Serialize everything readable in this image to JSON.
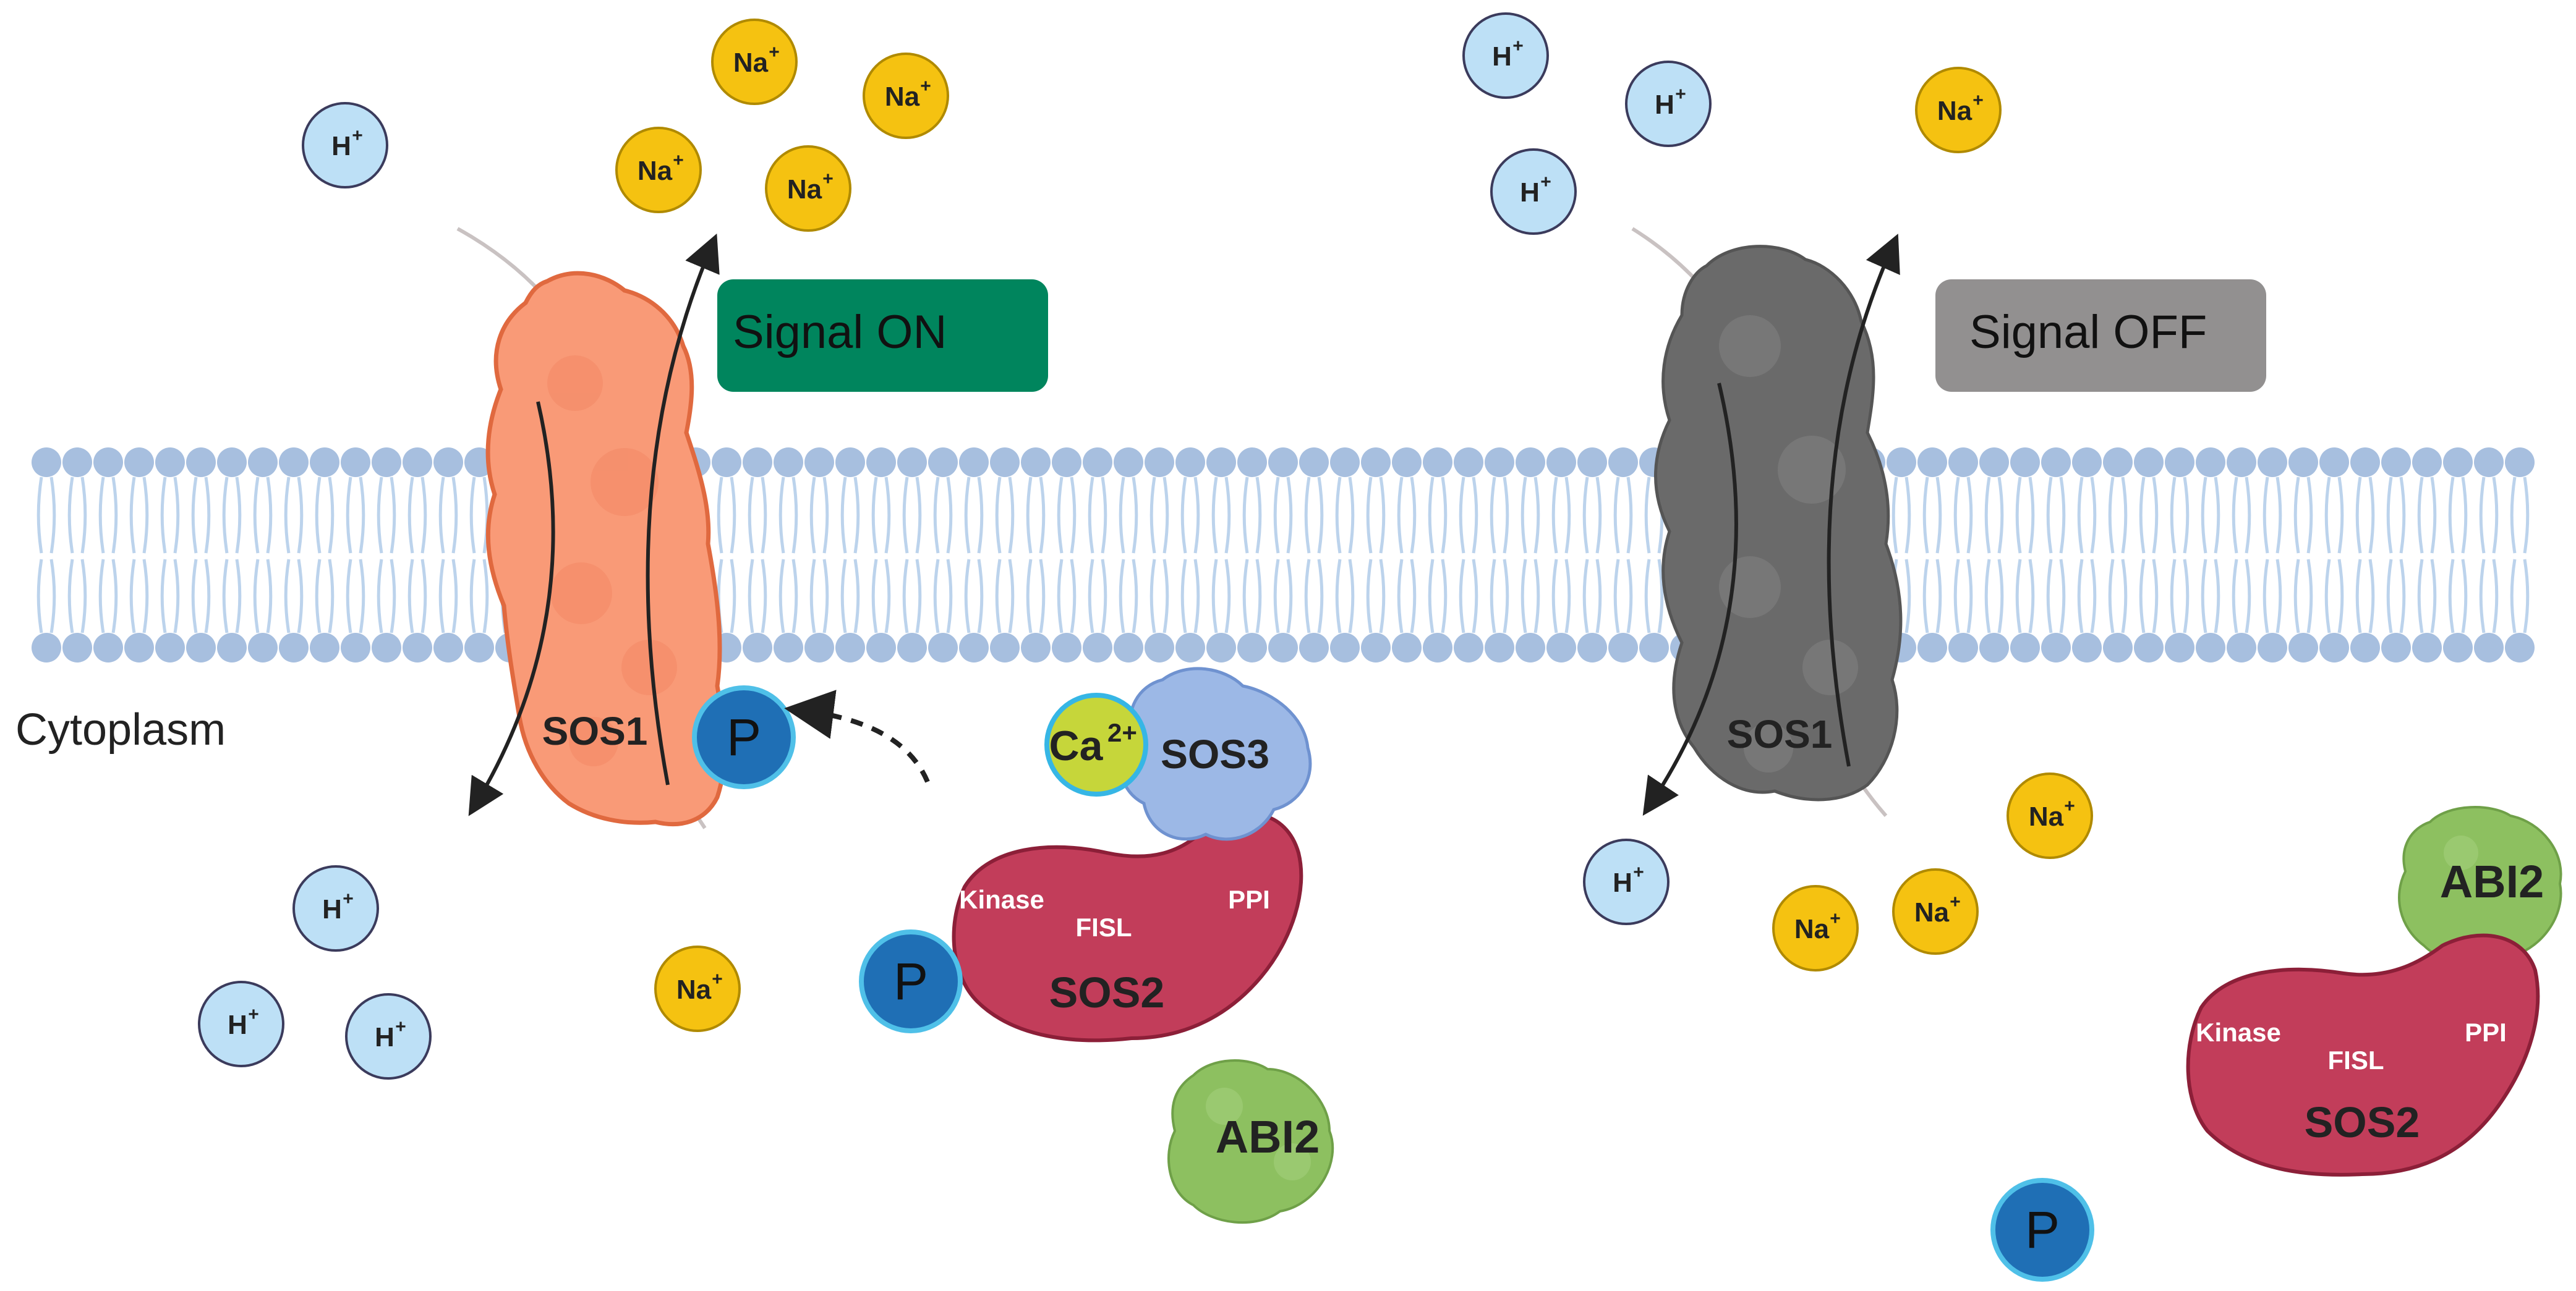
{
  "diagram": {
    "compartment_label": "Cytoplasm",
    "left_panel": {
      "signal_label": "Signal ON",
      "transporter_label": "SOS1",
      "phospho_label": "P",
      "calcium_label": "Ca",
      "calcium_charge": "2+",
      "sos3_label": "SOS3",
      "sos2_label": "SOS2",
      "kinase_label": "Kinase",
      "fisl_label": "FISL",
      "ppi_label": "PPI",
      "sos2_phospho_label": "P",
      "abi2_label": "ABI2"
    },
    "right_panel": {
      "signal_label": "Signal OFF",
      "transporter_label": "SOS1",
      "sos2_label": "SOS2",
      "kinase_label": "Kinase",
      "fisl_label": "FISL",
      "ppi_label": "PPI",
      "abi2_label": "ABI2",
      "free_phospho_label": "P"
    },
    "ions": {
      "sodium": "Na",
      "sodium_charge": "+",
      "proton": "H",
      "proton_charge": "+"
    },
    "colors": {
      "membrane_head": "#a7bfdf",
      "membrane_tail": "#bcd3ec",
      "sos1_active": "#f99a77",
      "sos1_inactive": "#6a6a6a",
      "signal_on": "#00855d",
      "signal_off": "#929090",
      "sos2": "#c23d5a",
      "sos3": "#9cb8e6",
      "abi2": "#8dc060",
      "calcium": "#c6d63a",
      "phosphate": "#1f6fb5",
      "sodium": "#f5c211",
      "proton": "#bde0f6"
    }
  }
}
